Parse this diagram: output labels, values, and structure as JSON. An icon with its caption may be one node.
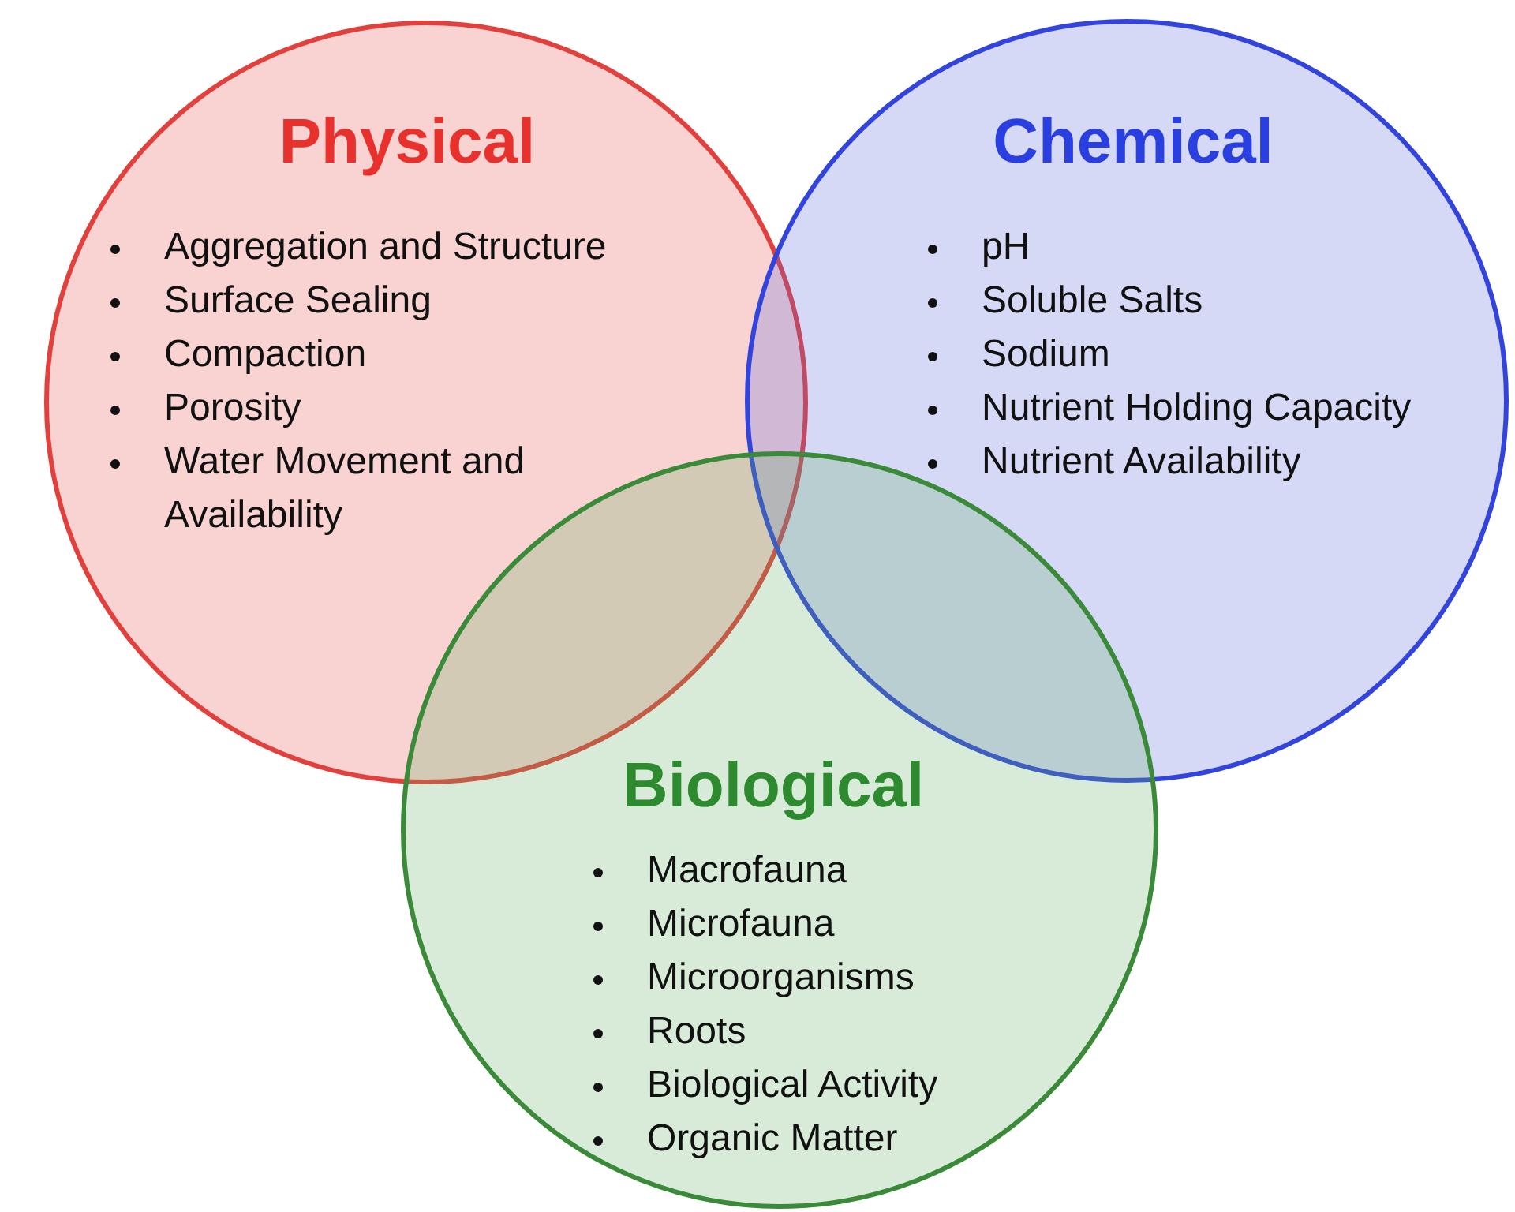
{
  "diagram": {
    "nodes": [
      {
        "text": [
          "Physical",
          "Aggregation and Structure",
          "Surface Sealing",
          "Compaction",
          "Porosity",
          "Water Movement and Availability"
        ]
      },
      {
        "text": [
          "Chemical",
          "pH",
          "Soluble Salts",
          "Sodium",
          "Nutrient Holding Capacity",
          "Nutrient Availability"
        ]
      },
      {
        "text": [
          "Biological",
          "Macrofauna",
          "Microfauna",
          "Microorganisms",
          "Roots",
          "Biological Activity",
          "Organic Matter"
        ]
      }
    ]
  }
}
